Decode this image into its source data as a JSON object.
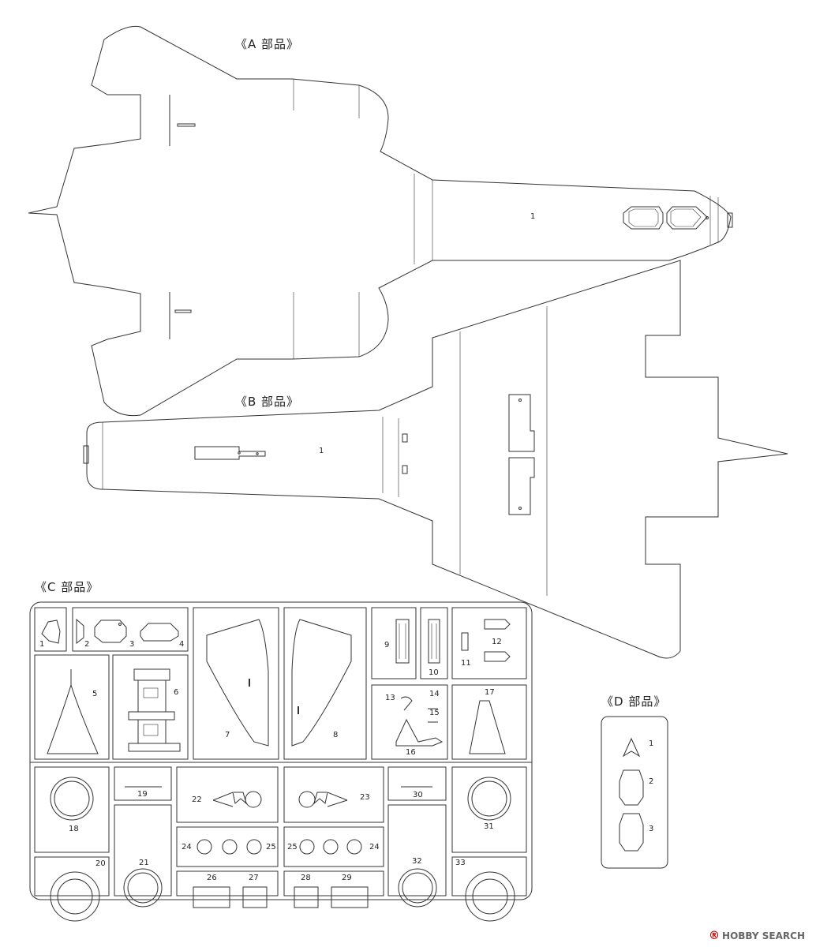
{
  "labels": {
    "a": "《A 部品》",
    "b": "《B 部品》",
    "c": "《C 部品》",
    "d": "《D 部品》"
  },
  "part_numbers": {
    "a1": "1",
    "b1": "1",
    "c": [
      "1",
      "2",
      "3",
      "4",
      "5",
      "6",
      "7",
      "8",
      "9",
      "10",
      "11",
      "12",
      "13",
      "14",
      "15",
      "16",
      "17",
      "18",
      "19",
      "20",
      "21",
      "22",
      "23",
      "24",
      "25",
      "25",
      "24",
      "26",
      "27",
      "28",
      "29",
      "30",
      "31",
      "32",
      "33"
    ],
    "d": [
      "1",
      "2",
      "3"
    ]
  },
  "watermark": {
    "icon": "registered-mark",
    "text": "HOBBY SEARCH"
  }
}
